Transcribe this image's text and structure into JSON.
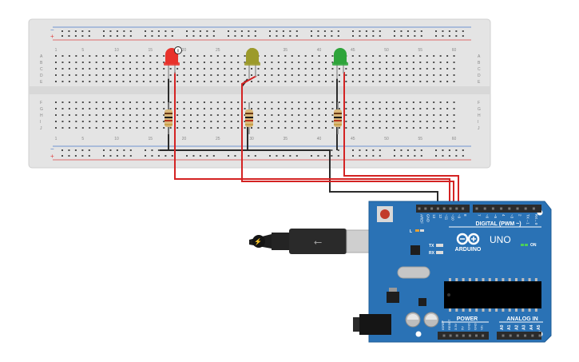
{
  "breadboard": {
    "column_numbers": [
      "1",
      "5",
      "10",
      "15",
      "20",
      "25",
      "30",
      "35",
      "40",
      "45",
      "50",
      "55",
      "60"
    ],
    "row_letters_top": [
      "A",
      "B",
      "C",
      "D",
      "E"
    ],
    "row_letters_bottom": [
      "F",
      "G",
      "H",
      "I",
      "J"
    ],
    "rail_minus": "−",
    "rail_plus": "+"
  },
  "components": {
    "led_red_color": "#e8322b",
    "led_yellow_color": "#9c9a2a",
    "led_green_color": "#2ea43a",
    "info_badge": "i"
  },
  "arduino": {
    "brand": "ARDUINO",
    "model": "UNO",
    "digital_label": "DIGITAL (PWM ~)",
    "digital_pins": [
      "AREF",
      "GND",
      "13",
      "12",
      "~11",
      "~10",
      "~9",
      "8",
      "7",
      "~6",
      "~5",
      "4",
      "~3",
      "2",
      "TX→1",
      "RX←0"
    ],
    "power_label": "POWER",
    "power_pins": [
      "IOREF",
      "RESET",
      "3.3V",
      "5V",
      "GND",
      "GND",
      "Vin"
    ],
    "analog_label": "ANALOG IN",
    "analog_pins": [
      "A0",
      "A1",
      "A2",
      "A3",
      "A4",
      "A5"
    ],
    "led_labels": [
      "L",
      "TX",
      "RX"
    ],
    "on_label": "ON",
    "board_color": "#2a72b5"
  },
  "wires": {
    "red": "#d42323",
    "black": "#2b2b2b"
  }
}
